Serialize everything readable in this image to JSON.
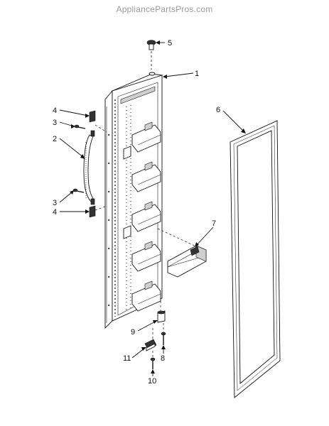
{
  "watermark": "AppliancePartsPros.com",
  "callouts": {
    "c1": "1",
    "c2": "2",
    "c3a": "3",
    "c3b": "3",
    "c4a": "4",
    "c4b": "4",
    "c5": "5",
    "c6": "6",
    "c7": "7",
    "c8": "8",
    "c9": "9",
    "c10": "10",
    "c11": "11"
  }
}
